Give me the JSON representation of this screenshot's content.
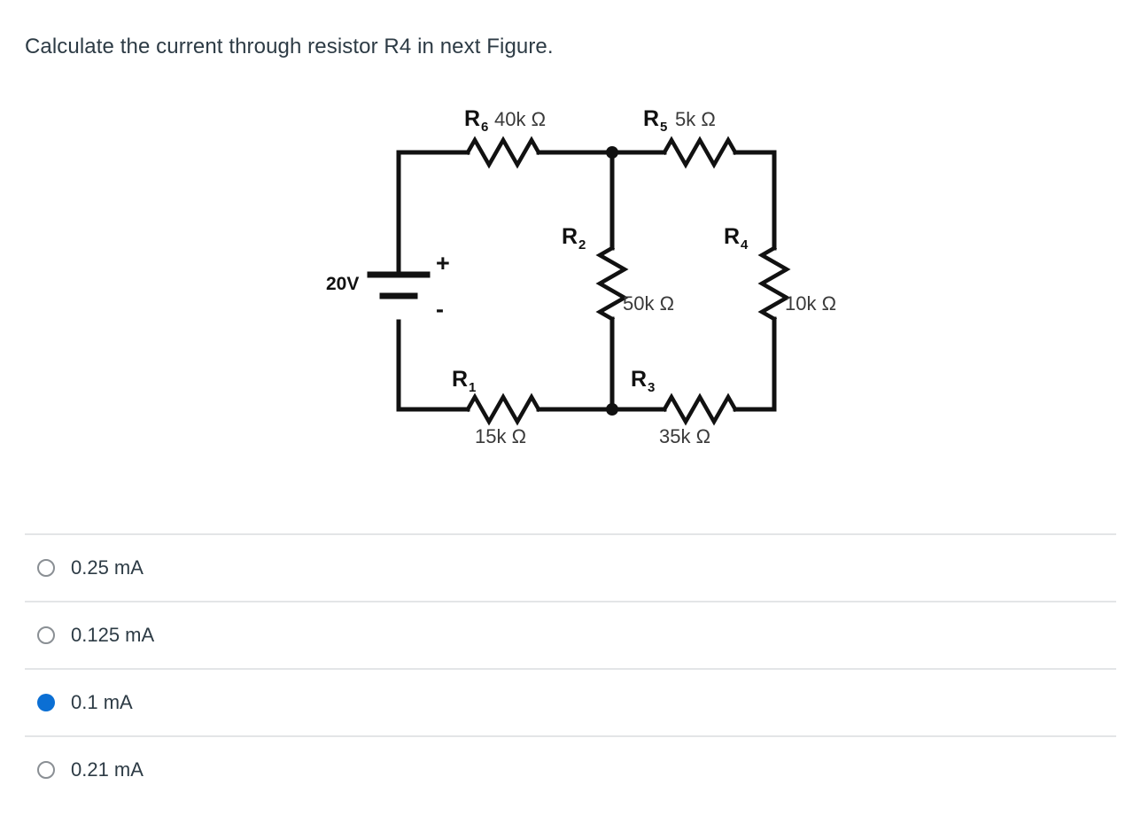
{
  "question": {
    "prompt": "Calculate the current through resistor R4 in next Figure."
  },
  "figure": {
    "source": {
      "label": "20V",
      "plus": "+",
      "minus": "-"
    },
    "resistors": [
      {
        "name": "R",
        "subscript": "6",
        "value": "40k Ω",
        "position": "top-left",
        "orientation": "horizontal"
      },
      {
        "name": "R",
        "subscript": "5",
        "value": "5k Ω",
        "position": "top-right",
        "orientation": "horizontal"
      },
      {
        "name": "R",
        "subscript": "2",
        "value": "50k Ω",
        "position": "middle-vertical",
        "orientation": "vertical"
      },
      {
        "name": "R",
        "subscript": "4",
        "value": "10k Ω",
        "position": "right-vertical",
        "orientation": "vertical"
      },
      {
        "name": "R",
        "subscript": "1",
        "value": "15k Ω",
        "position": "bottom-left",
        "orientation": "horizontal"
      },
      {
        "name": "R",
        "subscript": "3",
        "value": "35k Ω",
        "position": "bottom-right",
        "orientation": "horizontal"
      }
    ],
    "labels": {
      "r6_name": "R",
      "r6_sub": "6",
      "r6_value": "40k Ω",
      "r5_name": "R",
      "r5_sub": "5",
      "r5_value": "5k Ω",
      "r2_name": "R",
      "r2_sub": "2",
      "r2_value": "50k Ω",
      "r4_name": "R",
      "r4_sub": "4",
      "r4_value": "10k Ω",
      "r1_name": "R",
      "r1_sub": "1",
      "r1_value": "15k Ω",
      "r3_name": "R",
      "r3_sub": "3",
      "r3_value": "35k Ω"
    },
    "wire_color": "#111111"
  },
  "answers": {
    "selected_index": 2,
    "accent_color": "#0b6fd4",
    "options": [
      {
        "label": "0.25 mA",
        "selected": false
      },
      {
        "label": "0.125 mA",
        "selected": false
      },
      {
        "label": "0.1 mA",
        "selected": true
      },
      {
        "label": "0.21 mA",
        "selected": false
      }
    ]
  }
}
